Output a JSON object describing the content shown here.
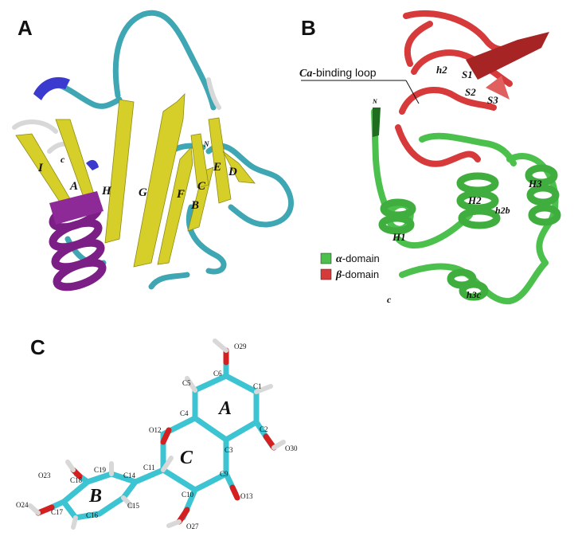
{
  "panels": {
    "a": {
      "letter": "A",
      "strands": [
        "I",
        "A",
        "H",
        "G",
        "F",
        "C",
        "B",
        "E",
        "D"
      ],
      "termini": {
        "n": "N",
        "c": "c"
      },
      "colors": {
        "strand": "#d6cf2a",
        "coil": "#3fa6b3",
        "helix": "#7b1e86",
        "turn": "#3a3acf",
        "gap": "#d8d8d8"
      }
    },
    "b": {
      "letter": "B",
      "callout": {
        "italic": "Ca",
        "rest": "-binding loop"
      },
      "labels": {
        "h2": "h2",
        "s1": "S1",
        "s2": "S2",
        "s3": "S3",
        "n": "N",
        "c": "c",
        "H1": "H1",
        "H2": "H2",
        "h2b": "h2b",
        "H3": "H3",
        "h3c": "h3c"
      },
      "legend": [
        {
          "greek": "α",
          "rest": "-domain",
          "color": "#4cc04c"
        },
        {
          "greek": "β",
          "rest": "-domain",
          "color": "#d63a3a"
        }
      ]
    },
    "c": {
      "letter": "C",
      "rings": {
        "a": "A",
        "b": "B",
        "c": "C"
      },
      "atoms": [
        "O29",
        "C6",
        "C5",
        "C1",
        "C4",
        "C2",
        "O12",
        "C3",
        "O30",
        "C11",
        "C19",
        "C14",
        "O23",
        "C18",
        "C9",
        "C10",
        "O13",
        "C15",
        "O24",
        "C17",
        "C16",
        "O27"
      ],
      "colors": {
        "carbon": "#3cc4d2",
        "oxygen": "#d42020",
        "hydrogen": "#d8d8d8"
      }
    }
  }
}
